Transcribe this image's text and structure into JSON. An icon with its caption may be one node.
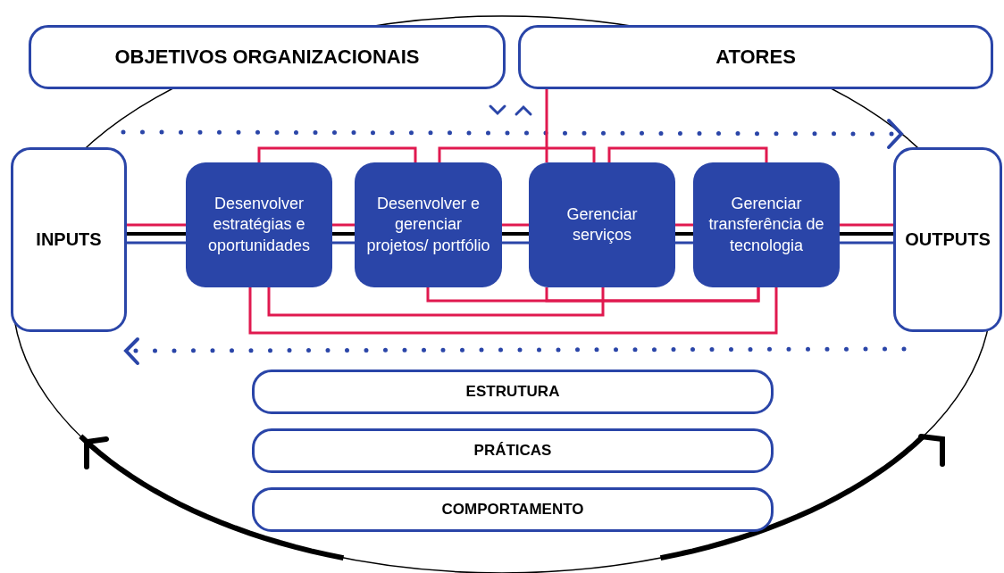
{
  "diagram": {
    "nodes": [
      {
        "text": [
          "OBJETIVOS ORGANIZACIONAIS"
        ]
      },
      {
        "text": [
          "ATORES"
        ]
      },
      {
        "text": [
          "INPUTS"
        ]
      },
      {
        "text": [
          "Desenvolver estratégias e oportunidades"
        ]
      },
      {
        "text": [
          "Desenvolver e gerenciar projetos/ portfólio"
        ]
      },
      {
        "text": [
          "Gerenciar serviços"
        ]
      },
      {
        "text": [
          "Gerenciar transferência de tecnologia"
        ]
      },
      {
        "text": [
          "OUTPUTS"
        ]
      },
      {
        "text": [
          "ESTRUTURA"
        ]
      },
      {
        "text": [
          "PRÁTICAS"
        ]
      },
      {
        "text": [
          "COMPORTAMENTO"
        ]
      }
    ],
    "edges": [
      {
        "from": 2,
        "to": 3,
        "arrow": "none"
      },
      {
        "from": 2,
        "to": 3,
        "arrow": "none",
        "color": "#000000"
      },
      {
        "from": 2,
        "to": 3,
        "arrow": "none",
        "color": "#2a45a8"
      },
      {
        "from": 3,
        "to": 4,
        "arrow": "none"
      },
      {
        "from": 3,
        "to": 4,
        "arrow": "none",
        "color": "#000000"
      },
      {
        "from": 3,
        "to": 4,
        "arrow": "none",
        "color": "#2a45a8"
      },
      {
        "from": 4,
        "to": 5,
        "arrow": "none"
      },
      {
        "from": 4,
        "to": 5,
        "arrow": "none",
        "color": "#000000"
      },
      {
        "from": 4,
        "to": 5,
        "arrow": "none",
        "color": "#2a45a8"
      },
      {
        "from": 5,
        "to": 6,
        "arrow": "none"
      },
      {
        "from": 5,
        "to": 6,
        "arrow": "none",
        "color": "#000000"
      },
      {
        "from": 5,
        "to": 6,
        "arrow": "none",
        "color": "#2a45a8"
      },
      {
        "from": 6,
        "to": 7,
        "arrow": "none"
      },
      {
        "from": 6,
        "to": 7,
        "arrow": "none",
        "color": "#000000"
      },
      {
        "from": 6,
        "to": 7,
        "arrow": "none",
        "color": "#2a45a8"
      },
      {
        "from": 3,
        "to": 4,
        "arrow": "none"
      },
      {
        "from": 4,
        "to": 5,
        "arrow": "none"
      },
      {
        "from": 5,
        "to": 6,
        "arrow": "none"
      },
      {
        "from": 1,
        "to": 5,
        "arrow": "none"
      },
      {
        "from": 4,
        "to": 6,
        "arrow": "none"
      },
      {
        "from": 5,
        "to": 6,
        "arrow": "none"
      },
      {
        "from": 3,
        "to": 5,
        "arrow": "none"
      },
      {
        "from": 3,
        "to": 6,
        "arrow": "none"
      }
    ]
  }
}
